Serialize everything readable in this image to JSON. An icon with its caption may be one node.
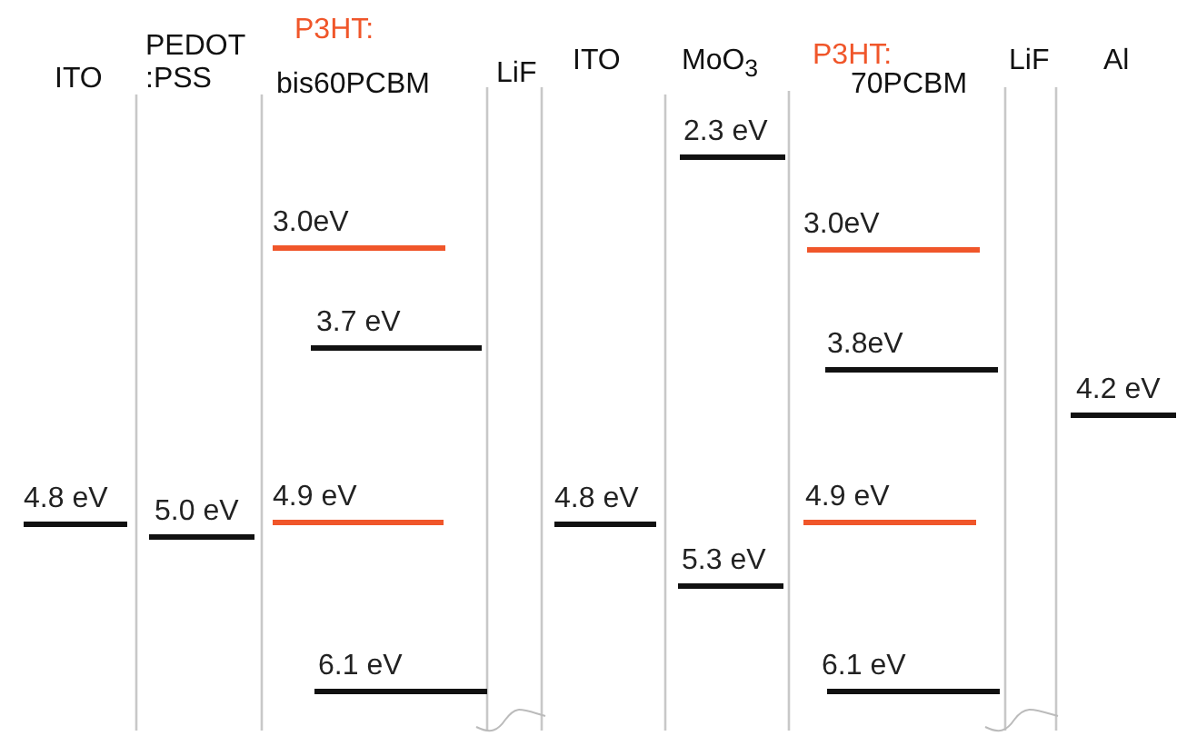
{
  "diagram": {
    "nodes": [
      {
        "text": [
          "4.8 eV"
        ]
      },
      {
        "text": [
          "5.0 eV"
        ]
      },
      {
        "text": [
          "3.0eV"
        ]
      },
      {
        "text": [
          "3.7 eV"
        ]
      },
      {
        "text": [
          "4.9 eV"
        ]
      },
      {
        "text": [
          "6.1 eV"
        ]
      },
      {
        "text": [
          "4.8 eV"
        ]
      },
      {
        "text": [
          "2.3 eV"
        ]
      },
      {
        "text": [
          "5.3 eV"
        ]
      },
      {
        "text": [
          "3.0eV"
        ]
      },
      {
        "text": [
          "3.8eV"
        ]
      },
      {
        "text": [
          "4.2 eV"
        ]
      },
      {
        "text": [
          "4.9 eV"
        ]
      },
      {
        "text": [
          "6.1 eV"
        ]
      }
    ],
    "labels": [
      "ITO",
      "PEDOT :PSS",
      "P3HT:",
      "bis60PCBM",
      "LiF",
      "ITO",
      "MoO$_{3}$",
      "P3HT:",
      "70PCBM",
      "LiF",
      "Al"
    ]
  }
}
